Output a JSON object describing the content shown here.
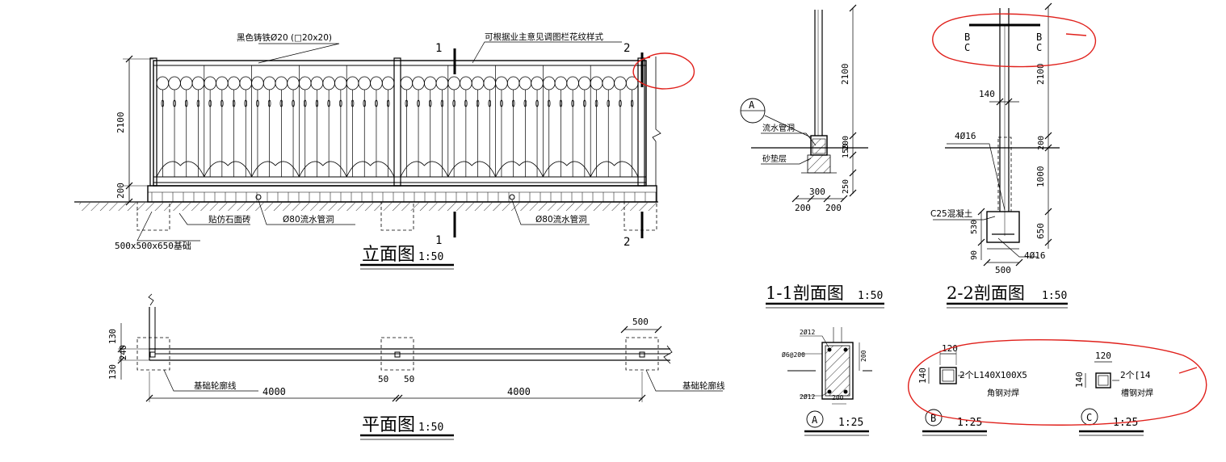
{
  "elevation": {
    "title": "立面图",
    "scale": "1:50",
    "labels": {
      "iron": "黑色铸铁Ø20 (□20x20)",
      "pattern": "可根据业主意见调图栏花纹样式",
      "stone": "贴仿石面砖",
      "drain1": "Ø80流水管洞",
      "drain2": "Ø80流水管洞",
      "foundation": "500x500x650基础"
    },
    "dims": {
      "height": "2100",
      "base": "200"
    },
    "section_marks": {
      "s1_top": "1",
      "s1_bottom": "1",
      "s2_top": "2",
      "s2_bottom": "2"
    }
  },
  "plan": {
    "title": "平面图",
    "scale": "1:50",
    "labels": {
      "outline_left": "基础轮廓线",
      "outline_right": "基础轮廓线"
    },
    "dims": {
      "d130_top": "130",
      "d240": "240",
      "d130_bottom": "130",
      "d500": "500",
      "span_left": "4000",
      "span_right": "4000",
      "gap_left": "50",
      "gap_right": "50"
    }
  },
  "section1": {
    "title": "1-1剖面图",
    "scale": "1:50",
    "labels": {
      "drain": "流水管洞",
      "sand": "砂垫层",
      "detail_ref": "A"
    },
    "dims": {
      "height": "2100",
      "d150": "150",
      "d200": "200",
      "d250": "250",
      "d300": "300",
      "d200_left": "200",
      "d200_right": "200"
    }
  },
  "section2": {
    "title": "2-2剖面图",
    "scale": "1:50",
    "labels": {
      "rebar_top": "4Ø16",
      "rebar_bottom": "4Ø16",
      "concrete": "C25混凝土",
      "b_left": "B",
      "c_left": "C",
      "b_right": "B",
      "c_right": "C"
    },
    "dims": {
      "height": "2100",
      "d140": "140",
      "d200": "200",
      "d1000": "1000",
      "d650": "650",
      "d530": "530",
      "d90": "90",
      "d500": "500"
    }
  },
  "detailA": {
    "ref": "A",
    "scale": "1:25",
    "labels": {
      "top_bar": "2Ø12",
      "stirrup": "Ø6@200",
      "bottom_bar": "2Ø12"
    },
    "dims": {
      "d200_right": "200",
      "d200_bottom": "200"
    }
  },
  "detailB": {
    "ref": "B",
    "scale": "1:25",
    "labels": {
      "spec": "2个L140X100X5",
      "note": "角钢对焊"
    },
    "dims": {
      "width": "120",
      "height": "140"
    }
  },
  "detailC": {
    "ref": "C",
    "scale": "1:25",
    "labels": {
      "spec": "2个[14",
      "note": "槽钢对焊"
    },
    "dims": {
      "width": "120",
      "height": "140"
    }
  },
  "colors": {
    "ink": "#000000",
    "markup": "#e0201b"
  }
}
